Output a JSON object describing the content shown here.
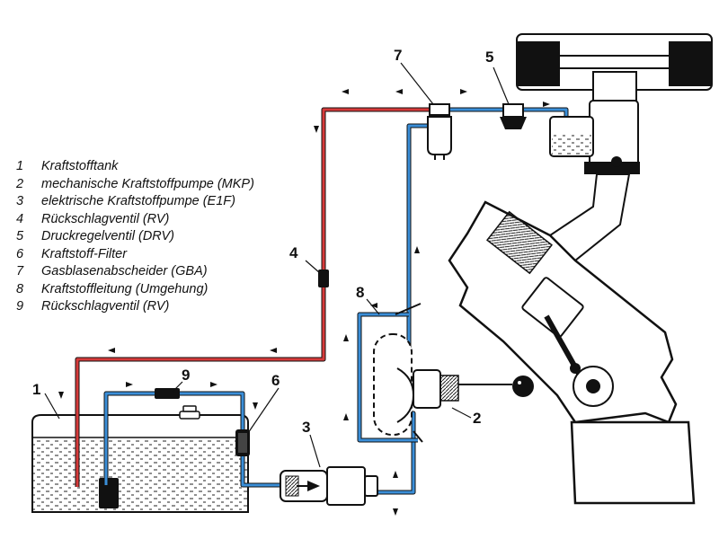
{
  "legend": {
    "items": [
      {
        "num": "1",
        "label": "Kraftstofftank"
      },
      {
        "num": "2",
        "label": "mechanische Kraftstoffpumpe (MKP)"
      },
      {
        "num": "3",
        "label": "elektrische Kraftstoffpumpe (E1F)"
      },
      {
        "num": "4",
        "label": "Rückschlagventil (RV)"
      },
      {
        "num": "5",
        "label": "Druckregelventil (DRV)"
      },
      {
        "num": "6",
        "label": "Kraftstoff-Filter"
      },
      {
        "num": "7",
        "label": "Gasblasenabscheider (GBA)"
      },
      {
        "num": "8",
        "label": "Kraftstoffleitung (Umgehung)"
      },
      {
        "num": "9",
        "label": "Rückschlagventil (RV)"
      }
    ]
  },
  "callouts": {
    "c1": "1",
    "c2": "2",
    "c3": "3",
    "c4": "4",
    "c5": "5",
    "c6": "6",
    "c7a": "7",
    "c8": "8",
    "c9": "9"
  },
  "colors": {
    "return_line": "#d63a3a",
    "supply_line": "#3a8ed8",
    "outline": "#111111"
  }
}
